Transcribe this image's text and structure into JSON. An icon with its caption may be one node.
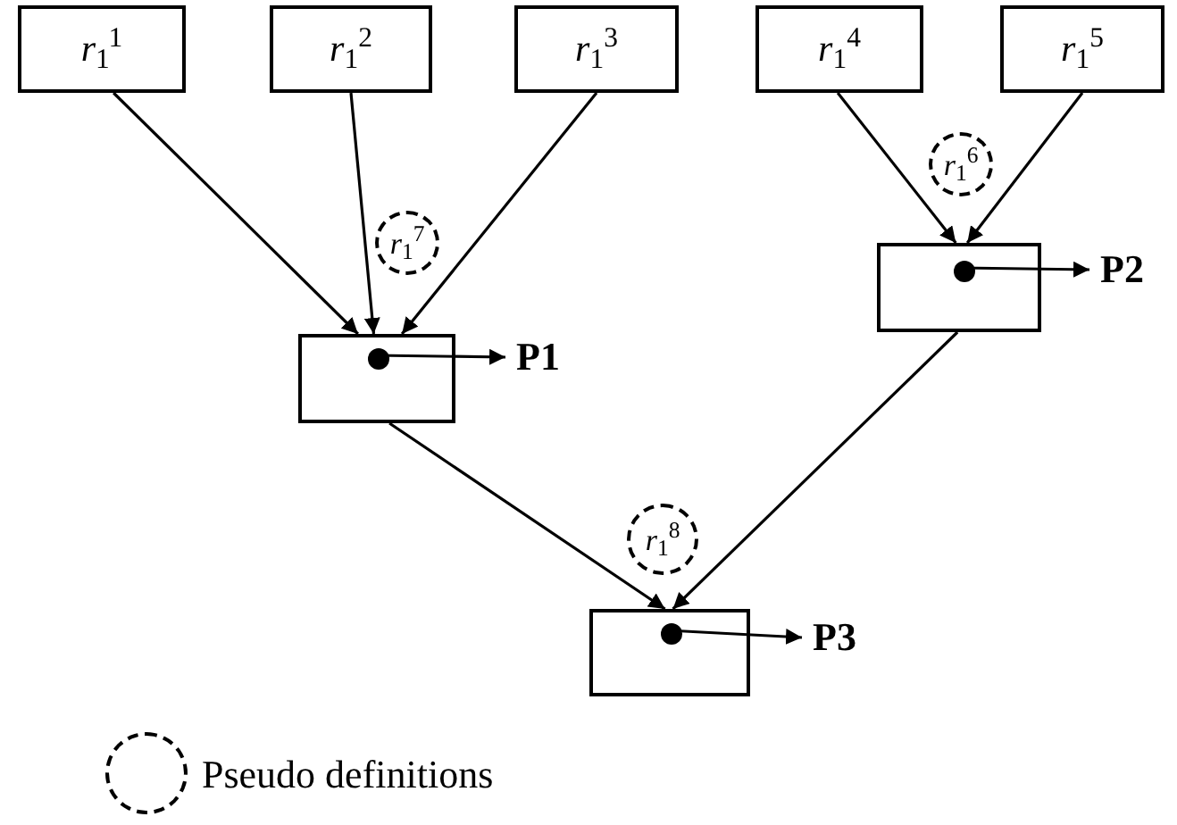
{
  "diagram": {
    "nodes": [
      {
        "text": [
          "*r*$_{1}$$^{1}$"
        ]
      },
      {
        "text": [
          "*r*$_{1}$$^{2}$"
        ]
      },
      {
        "text": [
          "*r*$_{1}$$^{3}$"
        ]
      },
      {
        "text": [
          "*r*$_{1}$$^{4}$"
        ]
      },
      {
        "text": [
          "*r*$_{1}$$^{5}$"
        ]
      },
      {
        "text": [
          "*r*$_{1}$$^{6}$"
        ]
      },
      {
        "text": [],
        "shape": "box"
      },
      {
        "text": [],
        "shape": "circle",
        "in": 6
      },
      {
        "text": [
          "P2"
        ]
      },
      {
        "text": [
          "*r*$_{1}$$^{7}$"
        ]
      },
      {
        "text": [],
        "shape": "box"
      },
      {
        "text": [],
        "shape": "circle",
        "in": 10
      },
      {
        "text": [
          "P1"
        ]
      },
      {
        "text": [
          "*r*$_{1}$$^{8}$"
        ]
      },
      {
        "text": [],
        "shape": "box"
      },
      {
        "text": [],
        "shape": "circle",
        "in": 14
      },
      {
        "text": [
          "P3"
        ]
      }
    ],
    "edges": [
      {
        "from": 0,
        "to": 10,
        "arrow": "to"
      },
      {
        "from": 1,
        "to": 10,
        "arrow": "to"
      },
      {
        "from": 2,
        "to": 10,
        "arrow": "to"
      },
      {
        "from": 3,
        "to": 6,
        "arrow": "to"
      },
      {
        "from": 4,
        "to": 6,
        "arrow": "to"
      },
      {
        "from": 10,
        "to": 14,
        "arrow": "to"
      },
      {
        "from": 6,
        "to": 14,
        "arrow": "to"
      },
      {
        "from": 11,
        "to": 12,
        "arrow": "to"
      },
      {
        "from": 7,
        "to": 8,
        "arrow": "to"
      },
      {
        "from": 15,
        "to": 16,
        "arrow": "to"
      }
    ],
    "legend": [
      {
        "text": "Pseudo definitions"
      }
    ]
  }
}
